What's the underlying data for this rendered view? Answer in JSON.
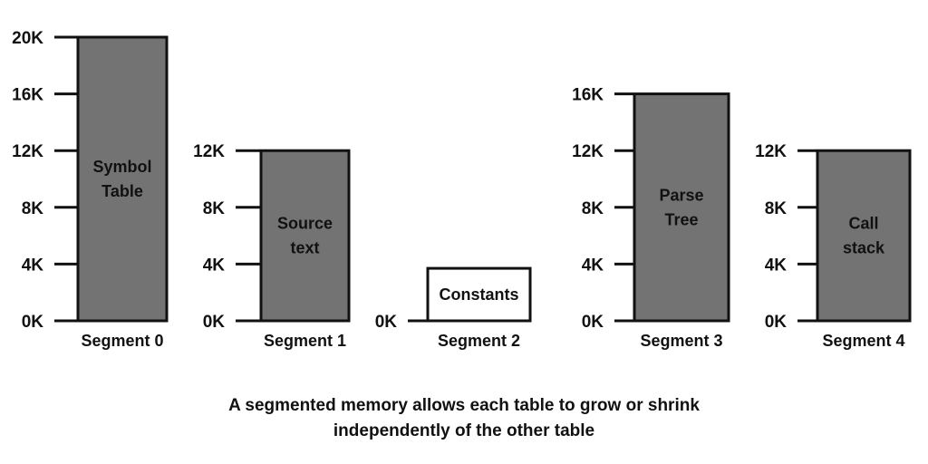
{
  "colors": {
    "filled_segment": "#737373",
    "empty_segment": "#ffffff",
    "stroke": "#111111",
    "text": "#111111"
  },
  "segments": [
    {
      "name": "Segment 0",
      "label_lines": [
        "Symbol",
        "Table"
      ],
      "size_k": 20,
      "ticks": [
        "0K",
        "4K",
        "8K",
        "12K",
        "16K",
        "20K"
      ],
      "filled": true
    },
    {
      "name": "Segment 1",
      "label_lines": [
        "Source",
        "text"
      ],
      "size_k": 12,
      "ticks": [
        "0K",
        "4K",
        "8K",
        "12K"
      ],
      "filled": true
    },
    {
      "name": "Segment 2",
      "label_lines": [
        "Constants"
      ],
      "size_k": 3.7,
      "ticks": [
        "0K"
      ],
      "filled": false
    },
    {
      "name": "Segment 3",
      "label_lines": [
        "Parse",
        "Tree"
      ],
      "size_k": 16,
      "ticks": [
        "0K",
        "4K",
        "8K",
        "12K",
        "16K"
      ],
      "filled": true
    },
    {
      "name": "Segment 4",
      "label_lines": [
        "Call",
        "stack"
      ],
      "size_k": 12,
      "ticks": [
        "0K",
        "4K",
        "8K",
        "12K"
      ],
      "filled": true
    }
  ],
  "caption": {
    "line1": "A segmented memory allows each table to grow or shrink",
    "line2": "independently of the other table"
  }
}
